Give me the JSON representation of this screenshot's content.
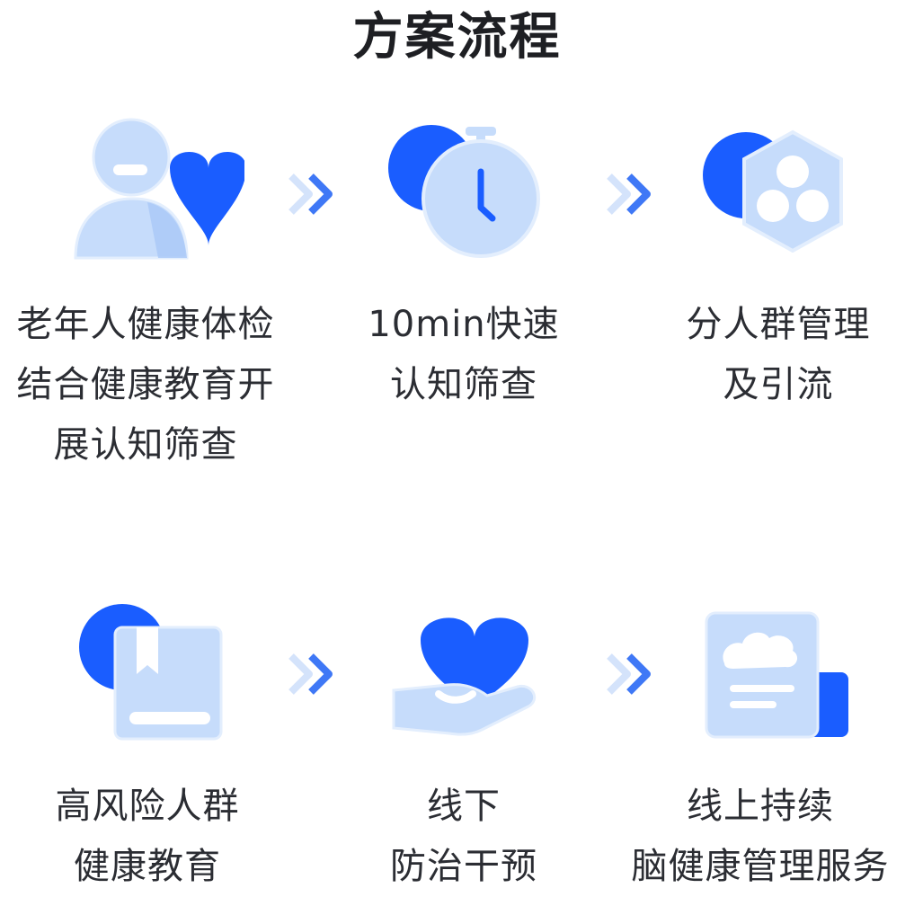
{
  "title": "方案流程",
  "steps": [
    {
      "icon": "elderly-heart-icon",
      "lines": [
        "老年人健康体检",
        "结合健康教育开",
        "展认知筛查"
      ]
    },
    {
      "icon": "stopwatch-icon",
      "lines": [
        "10min快速",
        "认知筛查"
      ]
    },
    {
      "icon": "group-hexagon-icon",
      "lines": [
        "分人群管理",
        "及引流"
      ]
    },
    {
      "icon": "education-book-icon",
      "lines": [
        "高风险人群",
        "健康教育"
      ]
    },
    {
      "icon": "hand-heart-icon",
      "lines": [
        "线下",
        "防治干预"
      ]
    },
    {
      "icon": "brain-report-icon",
      "lines": [
        "线上持续",
        "脑健康管理服务"
      ]
    }
  ],
  "colors": {
    "accent": "#1a5dff",
    "light": "#c6dcfb",
    "text": "#2b2d33",
    "title": "#1e1f23"
  }
}
